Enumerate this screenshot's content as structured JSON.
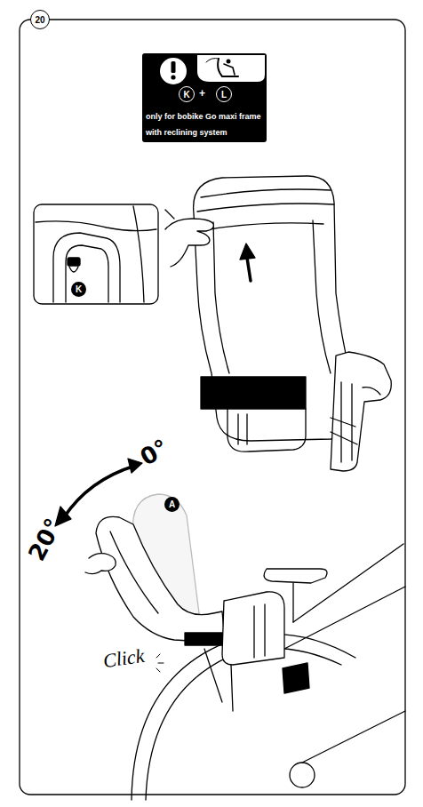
{
  "diagram": {
    "nodes": [
      {
        "text": [
          "20"
        ]
      },
      {
        "text": [
          "only for bobike Go maxi frame with reclining system"
        ]
      },
      {
        "text": [
          "K"
        ],
        "in": 1
      },
      {
        "text": [
          "L"
        ],
        "in": 1
      },
      {
        "text": [
          "K"
        ]
      },
      {
        "text": [
          "A"
        ]
      }
    ],
    "labels": [
      "+",
      "0°",
      "20°",
      "Click"
    ]
  }
}
